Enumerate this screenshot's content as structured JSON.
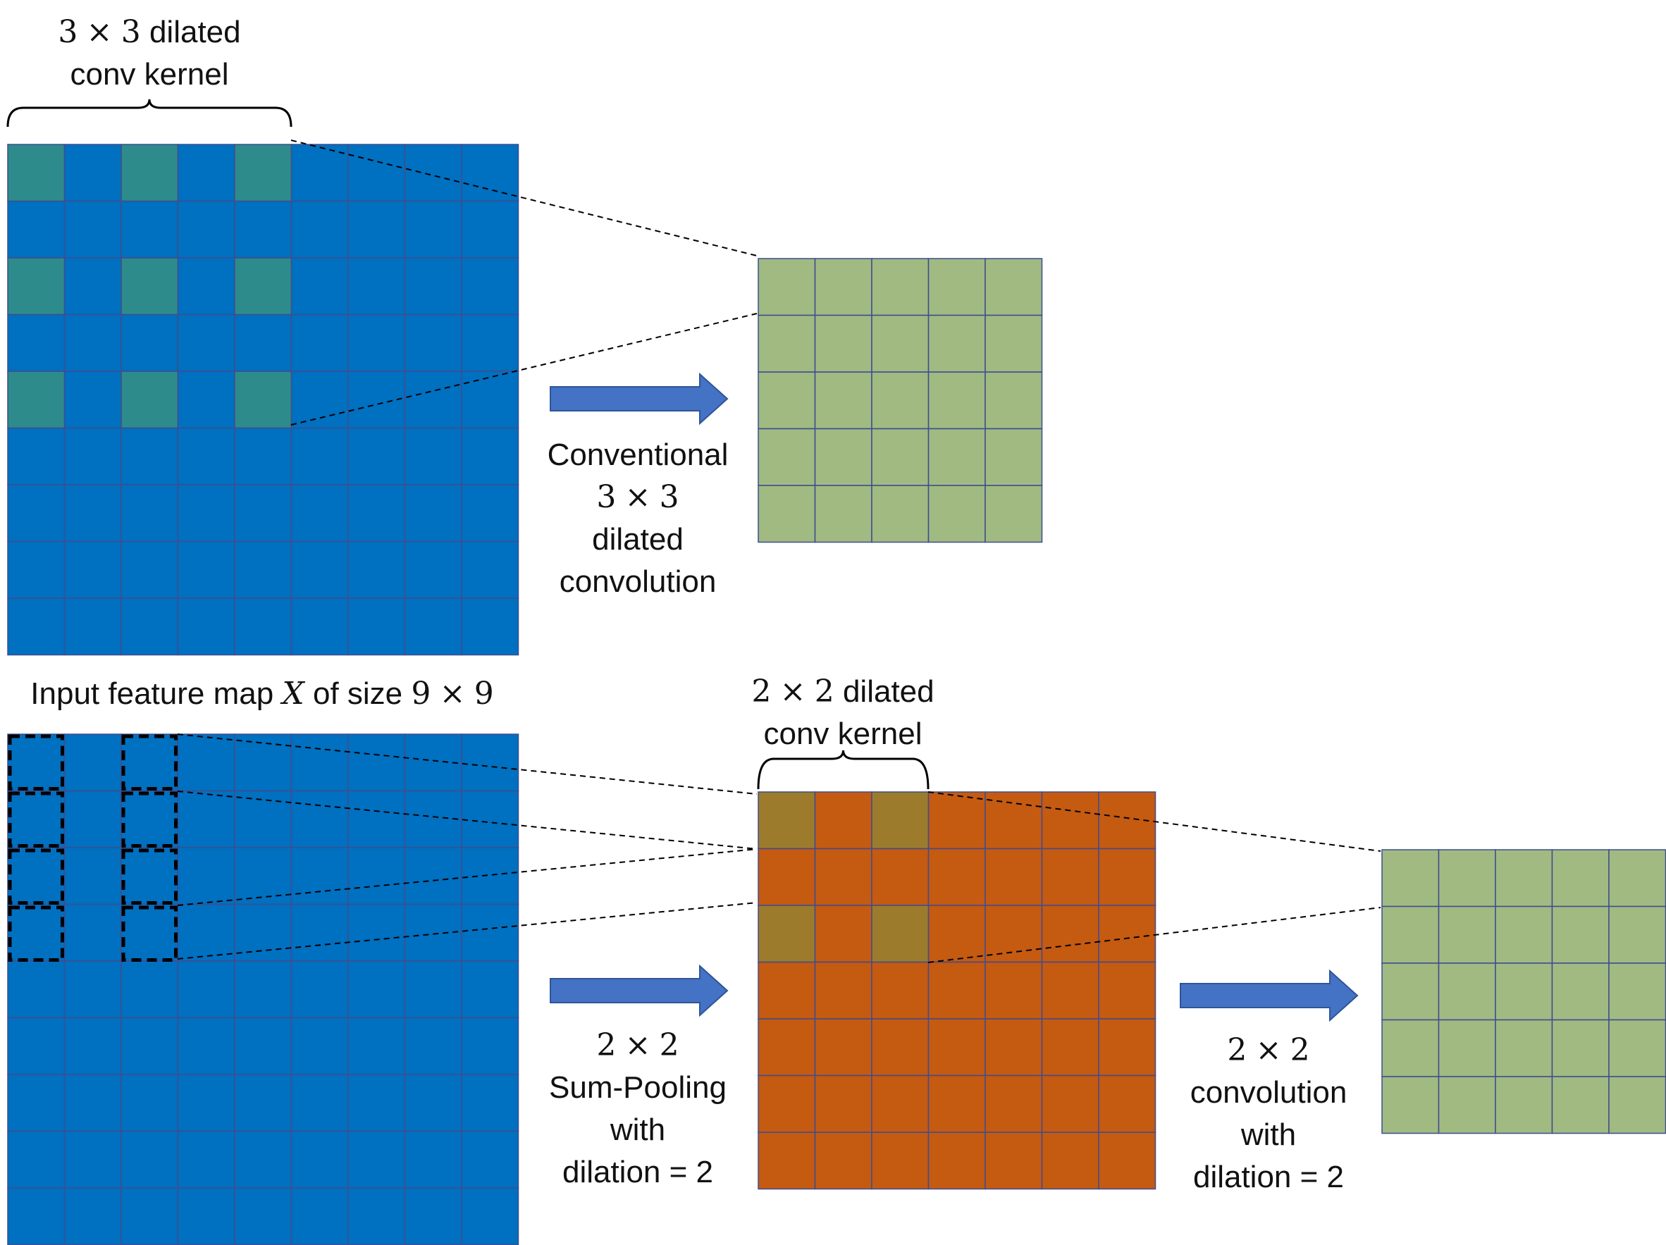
{
  "colors": {
    "input_blue": "#0070C0",
    "kernel_teal": "#2E8B8B",
    "output_green": "#A0BA82",
    "pooled_orange": "#C55A11",
    "pooled_kernel_olive": "#9C7C2C",
    "grid_line": "#3F4D8F",
    "arrow_fill": "#4472C4",
    "arrow_stroke": "#2F5597",
    "text": "#111111"
  },
  "icons": [
    "right-arrow-icon",
    "curly-brace-icon"
  ],
  "top": {
    "kernel_label": {
      "line1_num_a": "3",
      "line1_times": "×",
      "line1_num_b": "3",
      "line1_rest": "dilated",
      "line2": "conv kernel"
    },
    "op_label": {
      "line1": "Conventional",
      "line2_a": "3",
      "line2_times": "×",
      "line2_b": "3",
      "line3": "dilated",
      "line4": "convolution"
    },
    "input_grid": {
      "rows": 9,
      "cols": 9
    },
    "output_grid": {
      "rows": 5,
      "cols": 5
    }
  },
  "input_caption": {
    "prefix": "Input feature map",
    "var": "X",
    "mid": "of size",
    "a": "9",
    "times": "×",
    "b": "9"
  },
  "bottom": {
    "kernel_label": {
      "line1_num_a": "2",
      "line1_times": "×",
      "line1_num_b": "2",
      "line1_rest": "dilated",
      "line2": "conv kernel"
    },
    "pool_label": {
      "line1_a": "2",
      "line1_times": "×",
      "line1_b": "2",
      "line2": "Sum-Pooling",
      "line3": "with",
      "line4": "dilation = 2"
    },
    "conv_label": {
      "line1_a": "2",
      "line1_times": "×",
      "line1_b": "2",
      "line2": "convolution",
      "line3": "with",
      "line4": "dilation = 2"
    },
    "input_grid": {
      "rows": 9,
      "cols": 9
    },
    "pooled_grid": {
      "rows": 7,
      "cols": 7
    },
    "output_grid": {
      "rows": 5,
      "cols": 5
    }
  }
}
